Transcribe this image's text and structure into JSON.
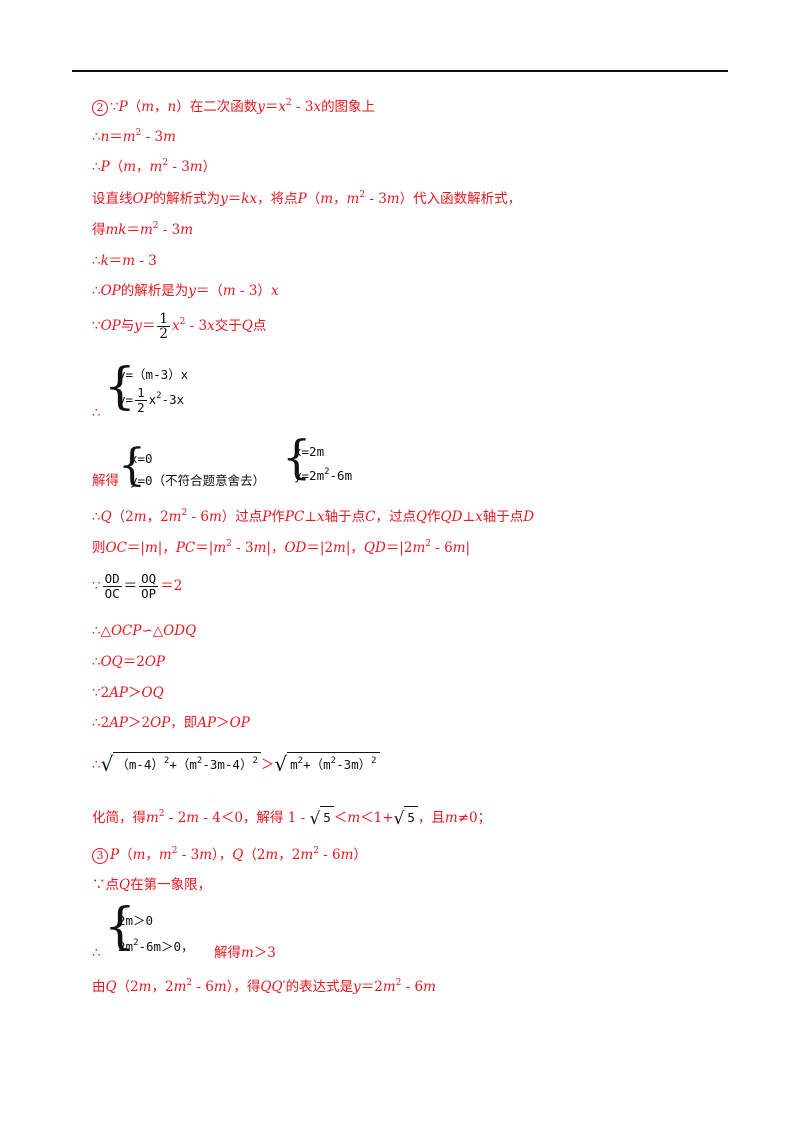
{
  "lines": {
    "l1": {
      "num": "2",
      "t1": "∵",
      "P": "P",
      "t2": "（",
      "m": "m",
      "t3": "，",
      "n": "n",
      "t4": "）在二次函数",
      "y": "y",
      "t5": "＝",
      "x": "x",
      "sup": "2",
      "t6": " - 3",
      "x2": "x",
      "t7": "的图象上"
    },
    "l2": {
      "t1": "∴",
      "n": "n",
      "t2": "＝",
      "m": "m",
      "sup": "2",
      "t3": " - 3",
      "m2": "m"
    },
    "l3": {
      "t1": "∴",
      "P": "P",
      "t2": "（",
      "m": "m",
      "t3": "，",
      "m2": "m",
      "sup": "2",
      "t4": " - 3",
      "m3": "m",
      "t5": "）"
    },
    "l4": {
      "t1": "设直线",
      "OP": "OP",
      "t2": "的解析式为",
      "y": "y",
      "t3": "＝",
      "kx": "kx",
      "t4": "，将点",
      "P": "P",
      "t5": "（",
      "m": "m",
      "t6": "，",
      "m2": "m",
      "sup": "2",
      "t7": " - 3",
      "m3": "m",
      "t8": "）代入函数解析式，"
    },
    "l5": {
      "t1": "得",
      "mk": "mk",
      "t2": "＝",
      "m": "m",
      "sup": "2",
      "t3": " - 3",
      "m2": "m"
    },
    "l6": {
      "t1": "∴",
      "k": "k",
      "t2": "＝",
      "m": "m",
      "t3": " - 3"
    },
    "l7": {
      "t1": "∴",
      "OP": "OP",
      "t2": "的解析是为",
      "y": "y",
      "t3": "＝（",
      "m": "m",
      "t4": " - 3）",
      "x": "x"
    },
    "l8": {
      "t1": "∵",
      "OP": "OP",
      "t2": "与",
      "y": "y",
      "t3": "＝",
      "fnum": "1",
      "fden": "2",
      "x": "x",
      "sup": "2",
      "t4": " - 3",
      "x2": "x",
      "t5": "交于",
      "Q": "Q",
      "t6": "点"
    },
    "sys1": {
      "therefore": "∴",
      "r1": "y=（m-3）x",
      "r2a": "y=",
      "fnum": "1",
      "fden": "2",
      "r2b": "x",
      "r2sup": "2",
      "r2c": "-3x"
    },
    "sol": {
      "label": "解得",
      "a1": "x=0",
      "a2": "y=0",
      "a2note": "（不符合题意舍去）",
      "b1": "x=2m",
      "b2a": "y=2m",
      "b2sup": "2",
      "b2b": "-6m"
    },
    "l9": {
      "t1": "∴",
      "Q": "Q",
      "t2": "（2",
      "m": "m",
      "t3": "，2",
      "m2": "m",
      "sup": "2",
      "t4": " - 6",
      "m3": "m",
      "t5": "）过点",
      "P": "P",
      "t6": "作",
      "PC": "PC",
      "t7": "⊥",
      "x": "x",
      "t8": "轴于点",
      "C": "C",
      "t9": "，过点",
      "Q2": "Q",
      "t10": "作",
      "QD": "QD",
      "t11": "⊥",
      "x2": "x",
      "t12": "轴于点",
      "D": "D"
    },
    "l10": {
      "t1": "则",
      "OC": "OC",
      "t2": "＝|",
      "m": "m",
      "t3": "|，",
      "PC": "PC",
      "t4": "＝|",
      "m2": "m",
      "sup1": "2",
      "t5": " - 3",
      "m3": "m",
      "t6": "|，",
      "OD": "OD",
      "t7": "＝|2",
      "m4": "m",
      "t8": "|，",
      "QD": "QD",
      "t9": "＝|2",
      "m5": "m",
      "sup2": "2",
      "t10": " - 6",
      "m6": "m",
      "t11": "|"
    },
    "l11": {
      "t1": "∵",
      "f1num": "OD",
      "f1den": "OC",
      "eq": "＝",
      "f2num": "OQ",
      "f2den": "OP",
      "t2": "＝2"
    },
    "l12": {
      "t1": "∴△",
      "OCP": "OCP",
      "t2": "∽△",
      "ODQ": "ODQ"
    },
    "l13": {
      "t1": "∴",
      "OQ": "OQ",
      "t2": "＝2",
      "OP": "OP"
    },
    "l14": {
      "t1": "∵2",
      "AP": "AP",
      "t2": "＞",
      "OQ": "OQ"
    },
    "l15": {
      "t1": "∴2",
      "AP": "AP",
      "t2": "＞2",
      "OP": "OP",
      "t3": "，即",
      "AP2": "AP",
      "t4": "＞",
      "OP2": "OP"
    },
    "l16": {
      "t1": "∴",
      "r1a": "（m-4）",
      "r1s1": "2",
      "r1b": "+（m",
      "r1s2": "2",
      "r1c": "-3m-4）",
      "r1s3": "2",
      "gt": "＞",
      "r2a": "m",
      "r2s1": "2",
      "r2b": "+（m",
      "r2s2": "2",
      "r2c": "-3m）",
      "r2s3": "2"
    },
    "l17": {
      "t1": "化简，得",
      "m": "m",
      "sup": "2",
      "t2": " - 2",
      "m2": "m",
      "t3": " - 4＜0，解得 1 - ",
      "s1": "5",
      "t4": "＜",
      "m3": "m",
      "t5": "＜1+",
      "s2": "5",
      "t6": "，且",
      "m4": "m",
      "t7": "≠0；"
    },
    "l18": {
      "num": "3",
      "P": "P",
      "t1": "（",
      "m": "m",
      "t2": "，",
      "m2": "m",
      "sup": "2",
      "t3": " - 3",
      "m3": "m",
      "t4": "），",
      "Q": "Q",
      "t5": "（2",
      "m4": "m",
      "t6": "，2",
      "m5": "m",
      "sup2": "2",
      "t7": " - 6",
      "m6": "m",
      "t8": "）"
    },
    "l19": {
      "t1": "∵点",
      "Q": "Q",
      "t2": "在第一象限，"
    },
    "sys2": {
      "therefore": "∴",
      "r1": "2m＞0",
      "r2a": "2m",
      "r2sup": "2",
      "r2b": "-6m＞0",
      "comma": "，",
      "t1": "解得",
      "m": "m",
      "t2": "＞3"
    },
    "l20": {
      "t1": "由",
      "Q": "Q",
      "t2": "（2",
      "m": "m",
      "t3": "，2",
      "m2": "m",
      "sup": "2",
      "t4": " - 6",
      "m3": "m",
      "t5": "），得",
      "QQ": "QQ′",
      "t6": "的表达式是",
      "y": "y",
      "t7": "＝2",
      "m4": "m",
      "sup2": "2",
      "t8": " - 6",
      "m5": "m"
    }
  }
}
